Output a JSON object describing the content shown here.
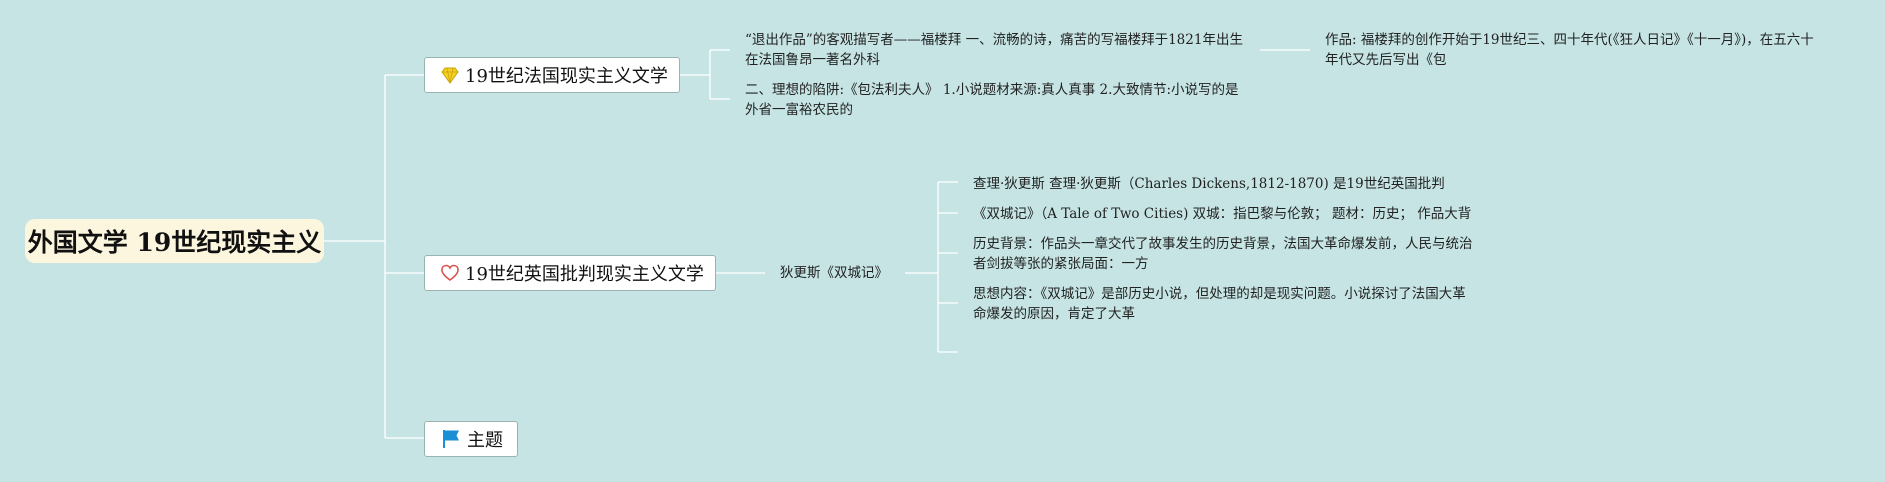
{
  "root": {
    "label": "外国文学 19世纪现实主义"
  },
  "branches": [
    {
      "label": "19世纪法国现实主义文学",
      "icon": "diamond-icon"
    },
    {
      "label": "19世纪英国批判现实主义文学",
      "icon": "heart-icon"
    },
    {
      "label": "主题",
      "icon": "flag-icon"
    }
  ],
  "french": {
    "items": [
      "“退出作品”的客观描写者——福楼拜 一、流畅的诗，痛苦的写福楼拜于1821年出生在法国鲁昂一著名外科",
      "二、理想的陷阱:《包法利夫人》 1.小说题材来源:真人真事 2.大致情节:小说写的是外省一富裕农民的"
    ],
    "sub_item": "作品: 福楼拜的创作开始于19世纪三、四十年代(《狂人日记》《十一月》)，在五六十年代又先后写出《包"
  },
  "english": {
    "mid": "狄更斯《双城记》",
    "items": [
      "查理·狄更斯 查理·狄更斯（Charles Dickens,1812-1870) 是19世纪英国批判",
      "《双城记》（A Tale of Two Cities) 双城：指巴黎与伦敦； 题材：历史； 作品大背",
      "历史背景：作品头一章交代了故事发生的历史背景，法国大革命爆发前，人民与统治者剑拔等张的紧张局面：一方",
      "思想内容：《双城记》是部历史小说，但处理的却是现实问题。小说探讨了法国大革命爆发的原因，肯定了大革"
    ]
  },
  "colors": {
    "background": "#c6e4e4",
    "root_fill": "#fdf6df",
    "link": "#ffffff",
    "diamond": "#f5d020",
    "heart": "#d9534f",
    "flag": "#1a8fd6"
  }
}
